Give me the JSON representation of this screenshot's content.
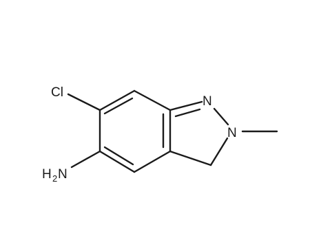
{
  "molecule": {
    "atoms": {
      "cl": "Cl",
      "n1": "N",
      "n2": "N",
      "amine_h": "H",
      "amine_sub": "2",
      "amine_n": "N"
    },
    "colors": {
      "bond": "#1a1a1a",
      "label": "#1a1a1a",
      "background": "#ffffff"
    }
  }
}
